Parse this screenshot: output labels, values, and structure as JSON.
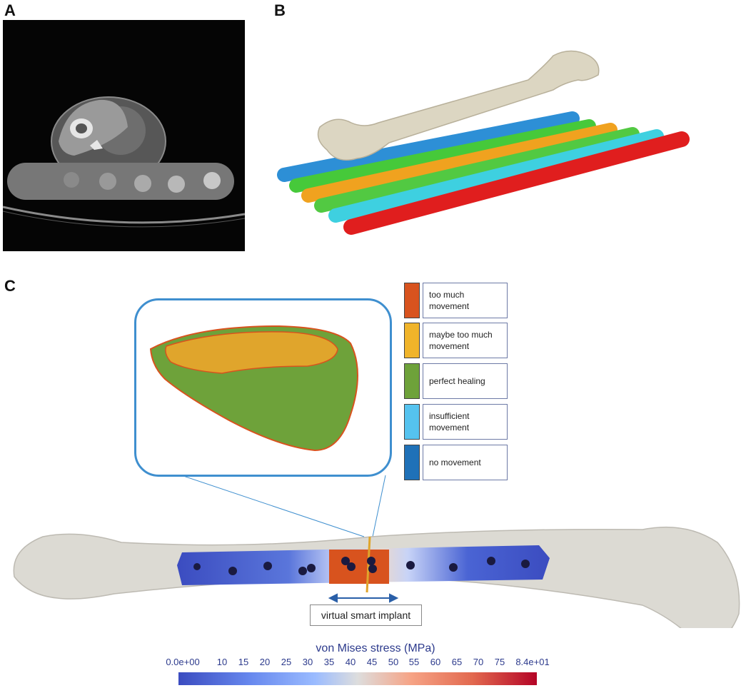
{
  "panels": {
    "a": "A",
    "b": "B",
    "c": "C"
  },
  "legend": [
    {
      "label": "too much movement",
      "color": "#d8531e"
    },
    {
      "label": "maybe too much movement",
      "color": "#f0b42a"
    },
    {
      "label": "perfect healing",
      "color": "#6ea23a"
    },
    {
      "label": "insufficient movement",
      "color": "#55c3ef"
    },
    {
      "label": "no movement",
      "color": "#1f71b8"
    }
  ],
  "implant_label": "virtual smart implant",
  "colorbar": {
    "title": "von Mises stress (MPa)",
    "ticks": [
      "0.0e+00",
      "10",
      "15",
      "20",
      "25",
      "30",
      "35",
      "40",
      "45",
      "50",
      "55",
      "60",
      "65",
      "70",
      "75",
      "8.4e+01"
    ]
  },
  "colors": {
    "frame": "#3f8fcf",
    "bone": "#dcdad3",
    "accent_text": "#2c3a8c"
  }
}
